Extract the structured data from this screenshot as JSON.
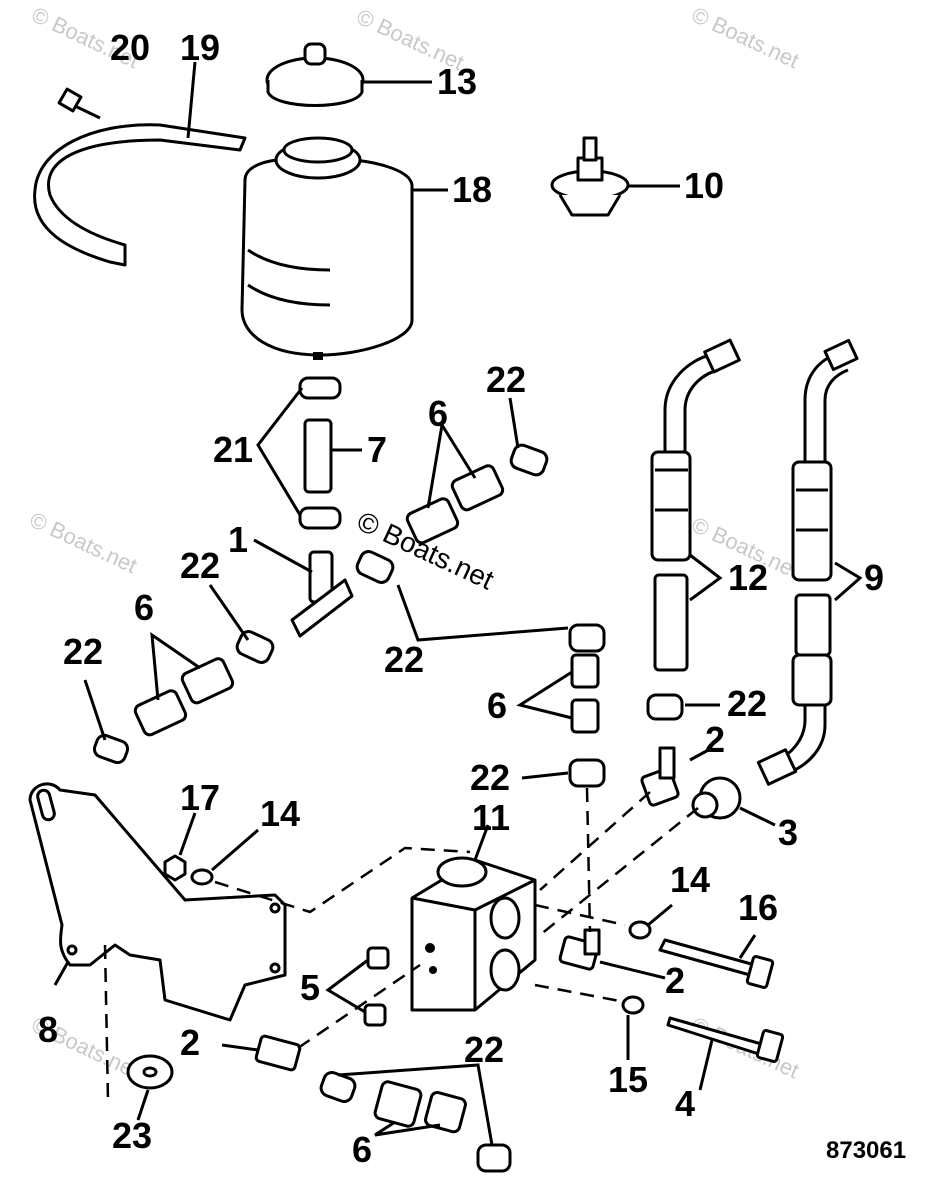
{
  "callouts": {
    "c1": "1",
    "c2a": "2",
    "c2b": "2",
    "c2c": "2",
    "c3": "3",
    "c4": "4",
    "c5": "5",
    "c6a": "6",
    "c6b": "6",
    "c6c": "6",
    "c6d": "6",
    "c7": "7",
    "c8": "8",
    "c9": "9",
    "c10": "10",
    "c11": "11",
    "c12": "12",
    "c13": "13",
    "c14a": "14",
    "c14b": "14",
    "c15": "15",
    "c16": "16",
    "c17": "17",
    "c18": "18",
    "c19": "19",
    "c20": "20",
    "c21": "21",
    "c22a": "22",
    "c22b": "22",
    "c22c": "22",
    "c22d": "22",
    "c22e": "22",
    "c22f": "22",
    "c22g": "22",
    "c23": "23"
  },
  "figure_number": "873061",
  "watermark": "© Boats.net",
  "colors": {
    "ink": "#000000",
    "watermark": "#c8c8c8",
    "background": "#ffffff"
  }
}
